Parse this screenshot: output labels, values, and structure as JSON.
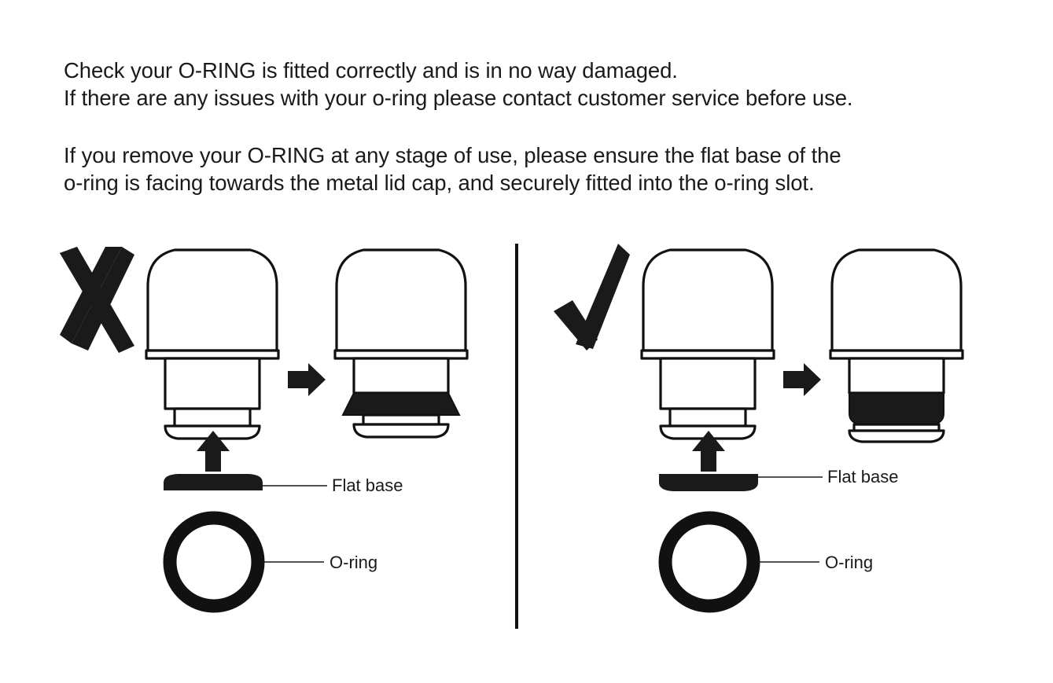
{
  "instructions": {
    "paragraph1": {
      "line1": "Check your O-RING is fitted correctly and is in no way damaged.",
      "line2": "If there are any issues with your o-ring please contact customer service before use."
    },
    "paragraph2": {
      "line1": "If you remove your O-RING at any stage of use, please ensure the flat base of the",
      "line2": "o-ring is facing towards the metal lid cap, and securely fitted into the o-ring slot."
    }
  },
  "diagram": {
    "divider": "vertical-divider",
    "panels": [
      {
        "id": "incorrect",
        "mark": {
          "icon": "cross-icon",
          "meaning": "incorrect"
        },
        "step1": {
          "caption": "lid cap without o-ring",
          "icon": "lid-cap-icon"
        },
        "arrow": {
          "icon": "arrow-right-icon"
        },
        "step2": {
          "caption": "lid cap with o-ring fitted upside down",
          "icon": "lid-cap-with-oring-icon",
          "oring_orientation": "flared-outward"
        },
        "assembly_arrow": {
          "icon": "arrow-up-icon"
        },
        "flat_base": {
          "label": "Flat base",
          "orientation": "rounded-side-up"
        },
        "oring": {
          "label": "O-ring",
          "icon": "o-ring-icon"
        }
      },
      {
        "id": "correct",
        "mark": {
          "icon": "check-icon",
          "meaning": "correct"
        },
        "step1": {
          "caption": "lid cap without o-ring",
          "icon": "lid-cap-icon"
        },
        "arrow": {
          "icon": "arrow-right-icon"
        },
        "step2": {
          "caption": "lid cap with o-ring fitted correctly",
          "icon": "lid-cap-with-oring-icon",
          "oring_orientation": "tapered-inward"
        },
        "assembly_arrow": {
          "icon": "arrow-up-icon"
        },
        "flat_base": {
          "label": "Flat base",
          "orientation": "flat-side-up"
        },
        "oring": {
          "label": "O-ring",
          "icon": "o-ring-icon"
        }
      }
    ]
  },
  "colors": {
    "ink": "#1a1a1a",
    "outline": "#111111",
    "background": "#ffffff"
  }
}
